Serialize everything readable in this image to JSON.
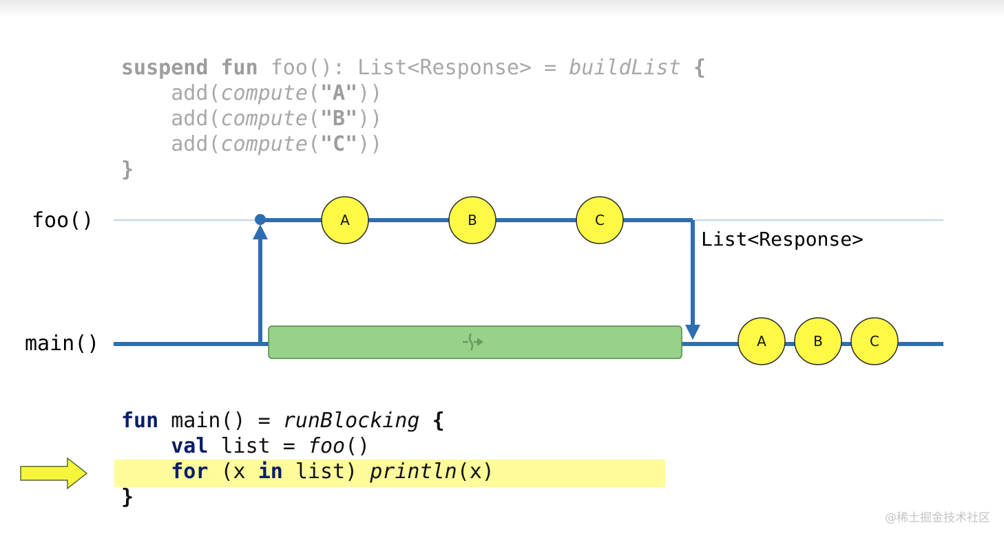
{
  "suspend_code": {
    "line1": {
      "kw1": "suspend",
      "sp1": " ",
      "kw2": "fun",
      "sig": " foo(): List<Response> = ",
      "builder": "buildList",
      "sp2": " ",
      "brace": "{"
    },
    "line2": {
      "indent": "    ",
      "call": "add(",
      "fn": "compute",
      "open": "(",
      "str": "\"A\"",
      "close": "))"
    },
    "line3": {
      "indent": "    ",
      "call": "add(",
      "fn": "compute",
      "open": "(",
      "str": "\"B\"",
      "close": "))"
    },
    "line4": {
      "indent": "    ",
      "call": "add(",
      "fn": "compute",
      "open": "(",
      "str": "\"C\"",
      "close": "))"
    },
    "line5": {
      "brace": "}"
    }
  },
  "lanes": {
    "foo": "foo()",
    "main": "main()"
  },
  "return_type": "List<Response>",
  "foo_nodes": [
    "A",
    "B",
    "C"
  ],
  "main_nodes": [
    "A",
    "B",
    "C"
  ],
  "colors": {
    "line": "#2e6eb0",
    "guide": "#a9c4e4",
    "node_fill": "#fdf945",
    "node_stroke": "#2a2a2a",
    "suspended_fill": "#98d18a",
    "suspended_stroke": "#4e8a44",
    "highlight": "#fdfb9a",
    "pointer_fill": "#f7f53b"
  },
  "main_code": {
    "line1": {
      "kw": "fun",
      "sig": " main() = ",
      "builder": "runBlocking",
      "sp": " ",
      "brace": "{"
    },
    "line2": {
      "indent": "    ",
      "kw": "val",
      "mid": " list = ",
      "fn": "foo",
      "tail": "()"
    },
    "line3": {
      "indent": "    ",
      "kw1": "for",
      "mid1": " (x ",
      "kw2": "in",
      "mid2": " list) ",
      "fn": "println",
      "tail": "(x)"
    },
    "line4": {
      "brace": "}"
    }
  },
  "watermark": "@稀土掘金技术社区"
}
